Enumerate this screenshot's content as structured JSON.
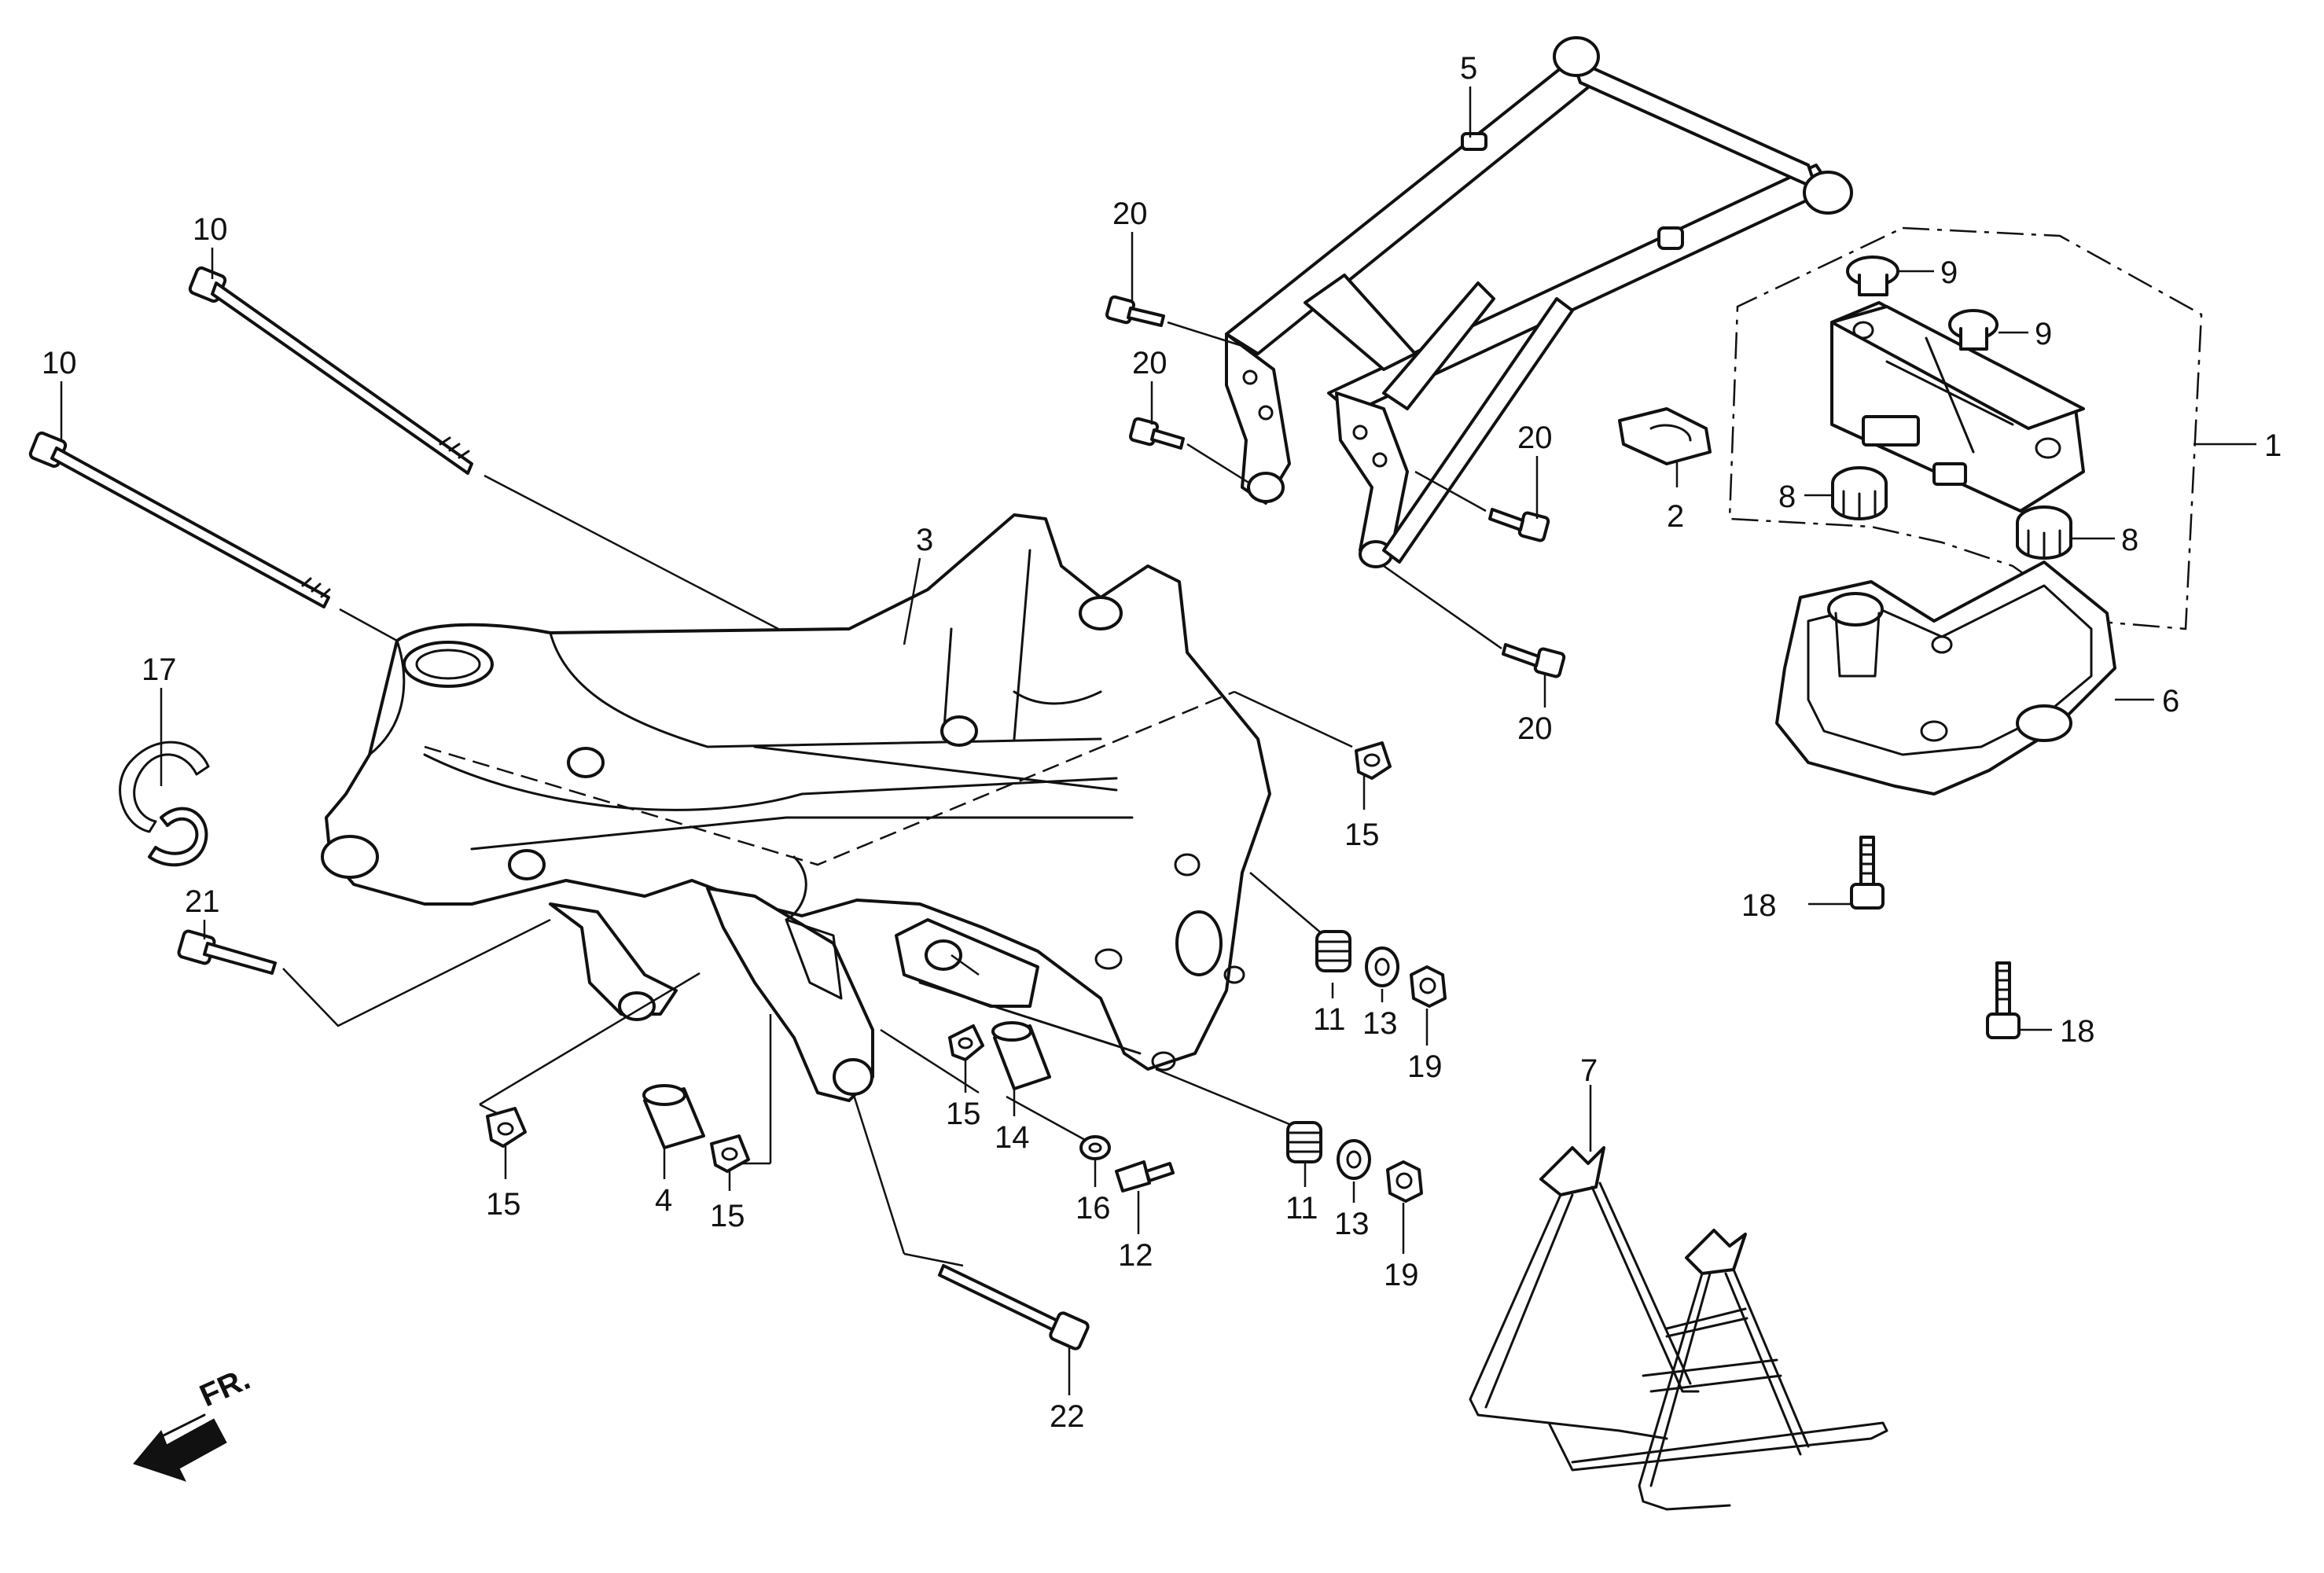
{
  "callouts": {
    "c1": "1",
    "c2": "2",
    "c3": "3",
    "c4": "4",
    "c5": "5",
    "c6": "6",
    "c7": "7",
    "c8a": "8",
    "c8b": "8",
    "c9a": "9",
    "c9b": "9",
    "c10a": "10",
    "c10b": "10",
    "c11a": "11",
    "c11b": "11",
    "c12": "12",
    "c13a": "13",
    "c13b": "13",
    "c14": "14",
    "c15a": "15",
    "c15b": "15",
    "c15c": "15",
    "c15d": "15",
    "c16": "16",
    "c17": "17",
    "c18a": "18",
    "c18b": "18",
    "c19a": "19",
    "c19b": "19",
    "c20a": "20",
    "c20b": "20",
    "c20c": "20",
    "c20d": "20",
    "c21": "21",
    "c22": "22"
  },
  "front_marker": {
    "label": "FR."
  }
}
